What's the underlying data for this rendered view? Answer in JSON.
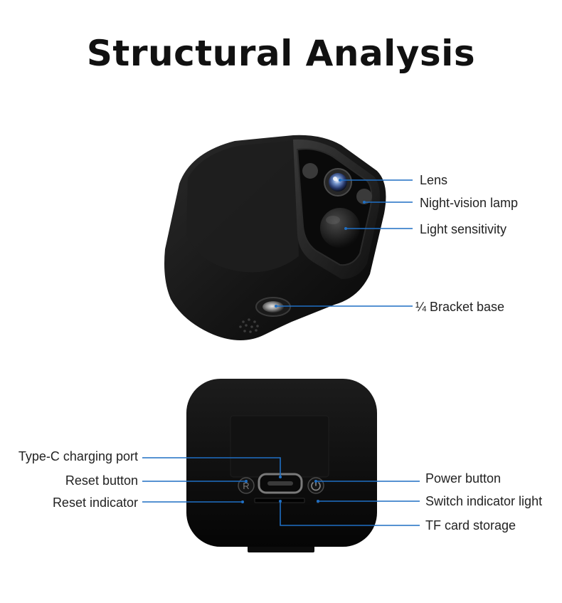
{
  "title": "Structural Analysis",
  "colors": {
    "leader_line": "#1f6fc4",
    "device_body": "#141414",
    "background": "#ffffff"
  },
  "labels": {
    "lens": "Lens",
    "night_vision_lamp": "Night-vision lamp",
    "light_sensitivity": "Light sensitivity",
    "bracket_base": "¼ Bracket base",
    "type_c_port": "Type-C charging port",
    "reset_button": "Reset button",
    "reset_indicator": "Reset indicator",
    "power_button": "Power button",
    "switch_indicator": "Switch indicator light",
    "tf_card": "TF card storage"
  }
}
